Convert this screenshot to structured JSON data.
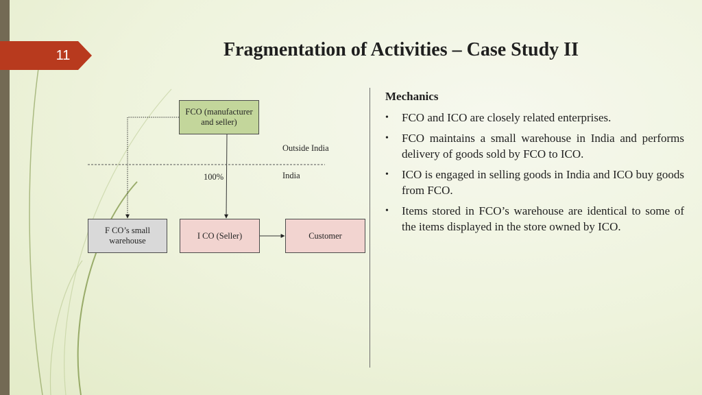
{
  "slide": {
    "number": "11",
    "title": "Fragmentation of Activities – Case Study II"
  },
  "diagram": {
    "fco_box": "FCO (manufacturer and seller)",
    "fco_warehouse_box": "F CO’s small warehouse",
    "ico_box": "I CO (Seller)",
    "customer_box": "Customer",
    "outside_india_label": "Outside India",
    "india_label": "India",
    "ownership_label": "100%"
  },
  "mechanics": {
    "heading": "Mechanics",
    "bullets": [
      "FCO and ICO are closely related enterprises.",
      "FCO maintains a small warehouse in India and performs delivery of goods sold by FCO to ICO.",
      "ICO is engaged in selling goods in India and ICO buy goods from FCO.",
      "Items stored in FCO’s warehouse are identical to some of the items displayed in the store owned by ICO."
    ]
  },
  "colors": {
    "accent": "#b83a1e",
    "sidebar": "#736a54",
    "fco_fill": "#c3d69b",
    "warehouse_fill": "#d9d9d9",
    "ico_fill": "#f2d4d0"
  }
}
